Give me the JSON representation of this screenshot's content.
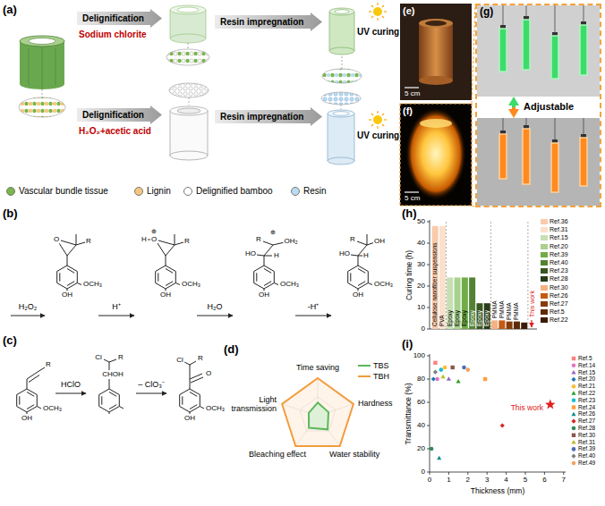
{
  "diagram": {
    "nodes": [
      {
        "text": [
          "Delignification",
          "Sodium chlorite"
        ]
      },
      {
        "text": [
          "Resin impregnation"
        ]
      },
      {
        "text": [
          "Delignification",
          "H₂O₂+acetic acid"
        ]
      },
      {
        "text": [
          "Resin impregnation"
        ]
      },
      {
        "text": [
          "Adjustable"
        ]
      }
    ],
    "labels": [
      "(a)",
      "UV curing",
      "UV curing",
      "(b)",
      "O",
      "R",
      "OH",
      "OCH₃",
      "H",
      "O",
      "⊕",
      "R",
      "OH",
      "OCH₃",
      "R",
      "⊕",
      "OH₂",
      "HO",
      "H",
      "OH",
      "OCH₃",
      "R",
      "OH",
      "HO",
      "H",
      "OH",
      "OCH₃",
      "H₂O₂",
      "H⁺",
      "H₂O",
      "-H⁺",
      "(c)",
      "R",
      "OH",
      "OCH₃",
      "HClO",
      "Cl",
      "R",
      "CHOH",
      "– ClO₃⁻",
      "Cl",
      "R",
      "O",
      "OH",
      "OCH₃",
      "(d)",
      "Time saving",
      "Hardness",
      "Water stability",
      "Bleaching effect",
      "Light transmission",
      "(e)",
      "5 cm",
      "(f)",
      "5 cm",
      "(g)",
      "(h)",
      "Curing time (h)",
      "0",
      "10",
      "20",
      "30",
      "40",
      "50",
      "Cellulose nanofiber suspensions",
      "PVA",
      "Epoxy",
      "Epoxy",
      "Epoxy",
      "Epoxy",
      "Epoxy",
      "Epoxy",
      "PMMA",
      "PMMA",
      "PMMA",
      "PMMA",
      "This work",
      "(i)",
      "Transmittance (%)",
      "0",
      "20",
      "40",
      "60",
      "80",
      "100",
      "0",
      "1",
      "2",
      "3",
      "4",
      "5",
      "6",
      "7",
      "Thickness (mm)",
      "This work"
    ],
    "legend": [
      {
        "text": "Vascular bundle tissue",
        "color": "#7ab648"
      },
      {
        "text": "Lignin",
        "color": "#f5c77e"
      },
      {
        "text": "Delignified bamboo",
        "color": "#ffffff"
      },
      {
        "text": "Resin",
        "color": "#b9dcf2"
      },
      {
        "text": "TBS"
      },
      {
        "text": "TBH"
      },
      {
        "text": "Ref.36",
        "color": "#f8cbad"
      },
      {
        "text": "Ref.31",
        "color": "#fbe0cc"
      },
      {
        "text": "Ref.15",
        "color": "#c5e0b4"
      },
      {
        "text": "Ref.20",
        "color": "#a9d18e"
      },
      {
        "text": "Ref.39",
        "color": "#70ad47"
      },
      {
        "text": "Ref.40",
        "color": "#548235"
      },
      {
        "text": "Ref.23",
        "color": "#385723"
      },
      {
        "text": "Ref.28",
        "color": "#263d18"
      },
      {
        "text": "Ref.30",
        "color": "#f4b183"
      },
      {
        "text": "Ref.26",
        "color": "#c55a11"
      },
      {
        "text": "Ref.27",
        "color": "#843c0c"
      },
      {
        "text": "Ref.5",
        "color": "#5e2a08"
      },
      {
        "text": "Ref.22",
        "color": "#3b1a05"
      },
      {
        "text": "Ref.5"
      },
      {
        "text": "Ref.14"
      },
      {
        "text": "Ref.15"
      },
      {
        "text": "Ref.20"
      },
      {
        "text": "Ref.21"
      },
      {
        "text": "Ref.22"
      },
      {
        "text": "Ref.23"
      },
      {
        "text": "Ref.24"
      },
      {
        "text": "Ref.26"
      },
      {
        "text": "Ref.27"
      },
      {
        "text": "Ref.28"
      },
      {
        "text": "Ref.30"
      },
      {
        "text": "Ref.31"
      },
      {
        "text": "Ref.39"
      },
      {
        "text": "Ref.40"
      },
      {
        "text": "Ref.49"
      }
    ]
  }
}
